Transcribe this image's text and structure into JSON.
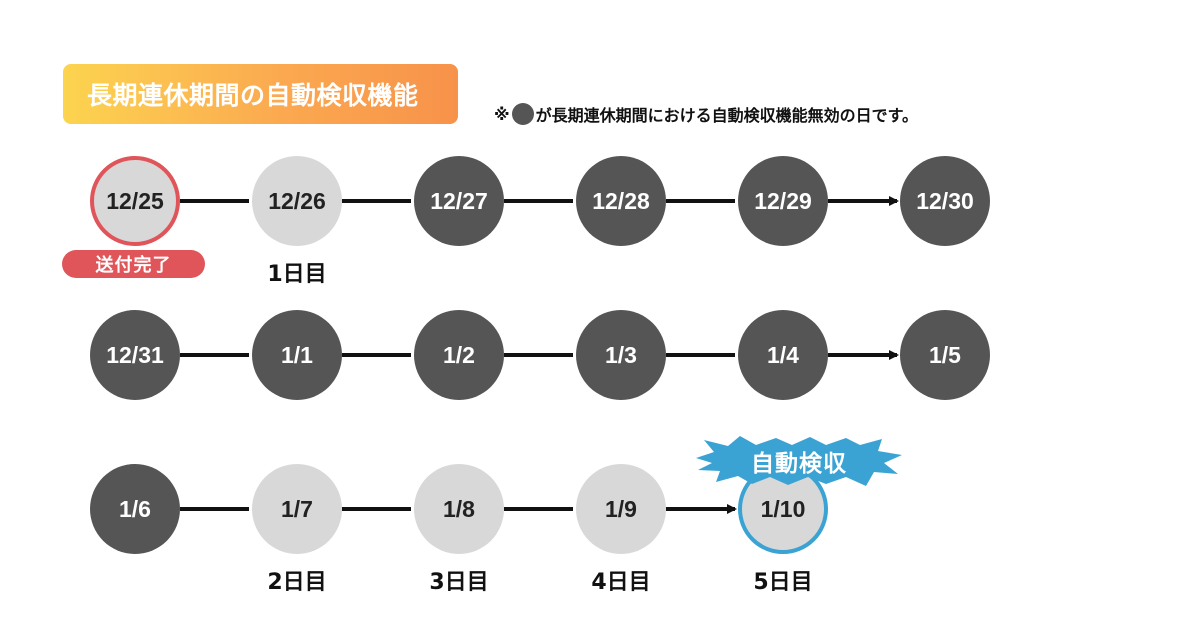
{
  "title": "長期連休期間の自動検収機能",
  "legend": {
    "prefix": "※",
    "text": "が長期連休期間における自動検収機能無効の日です。"
  },
  "colors": {
    "inactive_day": "#555555",
    "active_day": "#d8d8d8",
    "sent_highlight": "#e0555a",
    "auto_highlight": "#3aa3d4",
    "title_gradient": [
      "#fcd44f",
      "#f7924a"
    ]
  },
  "rows": [
    {
      "days": [
        {
          "date": "12/25",
          "state": "light",
          "highlight": "sent"
        },
        {
          "date": "12/26",
          "state": "light",
          "count_label": "1日目"
        },
        {
          "date": "12/27",
          "state": "dark"
        },
        {
          "date": "12/28",
          "state": "dark"
        },
        {
          "date": "12/29",
          "state": "dark"
        },
        {
          "date": "12/30",
          "state": "dark"
        }
      ]
    },
    {
      "days": [
        {
          "date": "12/31",
          "state": "dark"
        },
        {
          "date": "1/1",
          "state": "dark"
        },
        {
          "date": "1/2",
          "state": "dark"
        },
        {
          "date": "1/3",
          "state": "dark"
        },
        {
          "date": "1/4",
          "state": "dark"
        },
        {
          "date": "1/5",
          "state": "dark"
        }
      ]
    },
    {
      "days": [
        {
          "date": "1/6",
          "state": "dark"
        },
        {
          "date": "1/7",
          "state": "light",
          "count_label": "2日目"
        },
        {
          "date": "1/8",
          "state": "light",
          "count_label": "3日目"
        },
        {
          "date": "1/9",
          "state": "light",
          "count_label": "4日目"
        },
        {
          "date": "1/10",
          "state": "light",
          "highlight": "auto",
          "count_label": "5日目"
        }
      ]
    }
  ],
  "badges": {
    "sent": "送付完了",
    "auto_accept": "自動検収"
  }
}
